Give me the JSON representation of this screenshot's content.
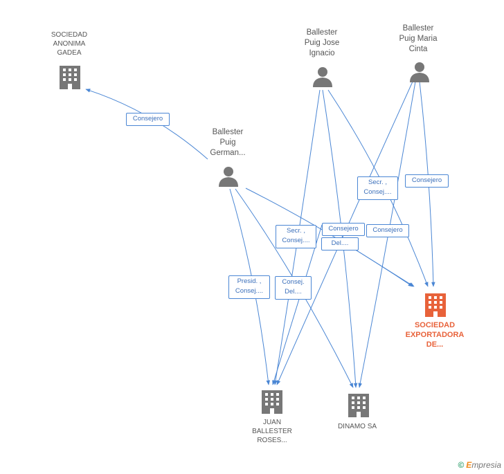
{
  "colors": {
    "edge": "#4a86d4",
    "person": "#777777",
    "company": "#777777",
    "highlight": "#e8623a"
  },
  "nodes": {
    "sociedad_anonima_gadea": {
      "label": [
        "SOCIEDAD",
        "ANONIMA",
        "GADEA"
      ],
      "icon": "building-icon"
    },
    "ballester_jose": {
      "label": [
        "Ballester",
        "Puig Jose",
        "Ignacio"
      ],
      "icon": "person-icon"
    },
    "ballester_maria": {
      "label": [
        "Ballester",
        "Puig Maria",
        "Cinta"
      ],
      "icon": "person-icon"
    },
    "ballester_german": {
      "label": [
        "Ballester",
        "Puig",
        "German..."
      ],
      "icon": "person-icon"
    },
    "sociedad_exportadora": {
      "label": [
        "SOCIEDAD",
        "EXPORTADORA",
        "DE..."
      ],
      "icon": "building-icon"
    },
    "juan_ballester": {
      "label": [
        "JUAN",
        "BALLESTER",
        "ROSES..."
      ],
      "icon": "building-icon"
    },
    "dinamo": {
      "label": [
        "DINAMO SA"
      ],
      "icon": "building-icon"
    }
  },
  "edge_labels": {
    "german_gadea": [
      "Consejero"
    ],
    "maria_exportadora": [
      "Consejero"
    ],
    "jose_secr": [
      "Secr. ,",
      "Consej...."
    ],
    "german_secr": [
      "Secr. ,",
      "Consej...."
    ],
    "jose_consejero": [
      "Consejero"
    ],
    "jose_del": [
      "Del...."
    ],
    "maria_consejero": [
      "Consejero"
    ],
    "german_presid": [
      "Presid. ,",
      "Consej...."
    ],
    "german_consej_del": [
      "Consej.",
      "Del...."
    ]
  },
  "footer": {
    "copyright": "©",
    "brand_e": "E",
    "brand_rest": "mpresia"
  }
}
